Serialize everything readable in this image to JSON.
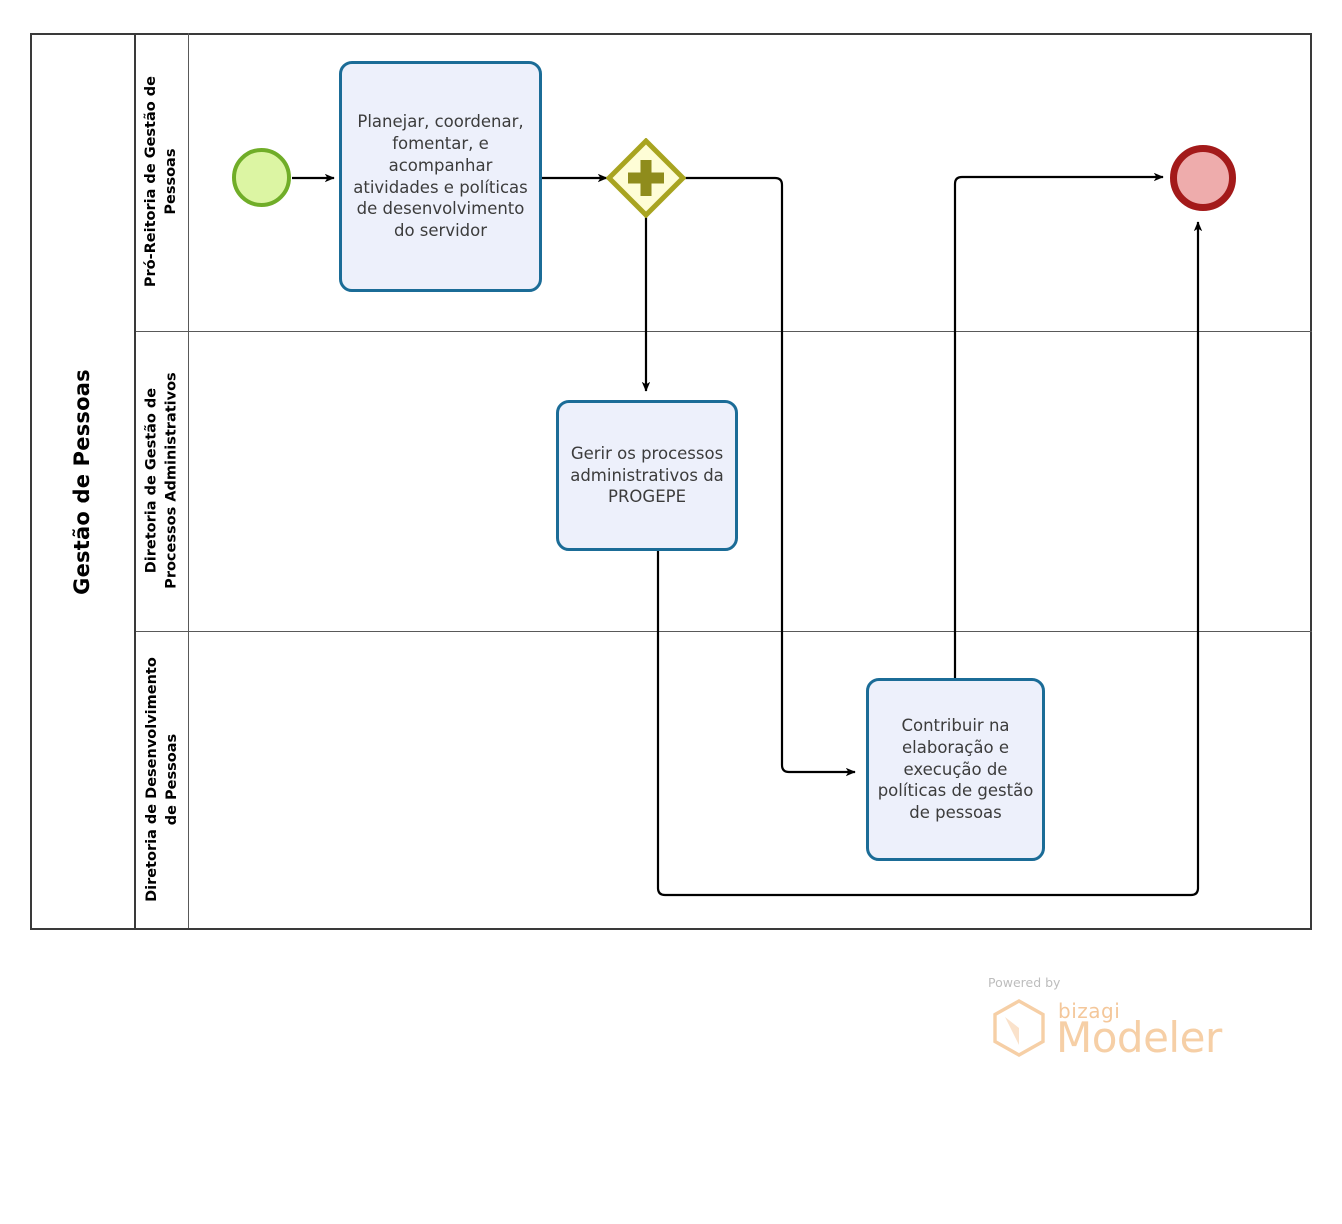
{
  "diagram": {
    "type": "bpmn-process",
    "pool": {
      "label": "Gestão de Pessoas"
    },
    "lanes": [
      {
        "id": "lane-1",
        "label_line1": "Pró-Reitoria de Gestão de",
        "label_line2": "Pessoas"
      },
      {
        "id": "lane-2",
        "label_line1": "Diretoria de Gestão de",
        "label_line2": "Processos Administrativos"
      },
      {
        "id": "lane-3",
        "label_line1": "Diretoria de Desenvolvimento",
        "label_line2": "de Pessoas"
      }
    ],
    "events": {
      "start": {
        "name": "start-event",
        "label": ""
      },
      "end": {
        "name": "end-event",
        "label": ""
      }
    },
    "gateway": {
      "name": "parallel-gateway",
      "symbol": "+",
      "label": ""
    },
    "tasks": [
      {
        "id": "task-planejar",
        "label": "Planejar, coordenar, fomentar, e acompanhar atividades e políticas de desenvolvimento do servidor",
        "lane": "lane-1"
      },
      {
        "id": "task-gerir",
        "label": "Gerir os processos administrativos da PROGEPE",
        "lane": "lane-2"
      },
      {
        "id": "task-contribuir",
        "label": "Contribuir na elaboração e execução de políticas de gestão de pessoas",
        "lane": "lane-3"
      }
    ],
    "flows": [
      {
        "from": "start-event",
        "to": "task-planejar"
      },
      {
        "from": "task-planejar",
        "to": "parallel-gateway"
      },
      {
        "from": "parallel-gateway",
        "to": "task-gerir"
      },
      {
        "from": "parallel-gateway",
        "to": "task-contribuir"
      },
      {
        "from": "task-contribuir",
        "to": "end-event"
      },
      {
        "from": "task-gerir",
        "to": "end-event"
      }
    ]
  },
  "watermark": {
    "powered_by": "Powered by",
    "brand": "bizagi",
    "product": "Modeler"
  },
  "colors": {
    "task_border": "#1B6C97",
    "task_fill": "#EDF0FB",
    "start_border": "#70AD28",
    "start_fill": "#DCF5A3",
    "end_border": "#A31A1A",
    "end_fill": "#EEACAC",
    "gateway_border": "#A8A420",
    "gateway_fill": "#FEFDD6",
    "lane_line": "#595959",
    "pool_line": "#3a3a3a",
    "flow_line": "#000000",
    "watermark": "#F6CFA6"
  }
}
